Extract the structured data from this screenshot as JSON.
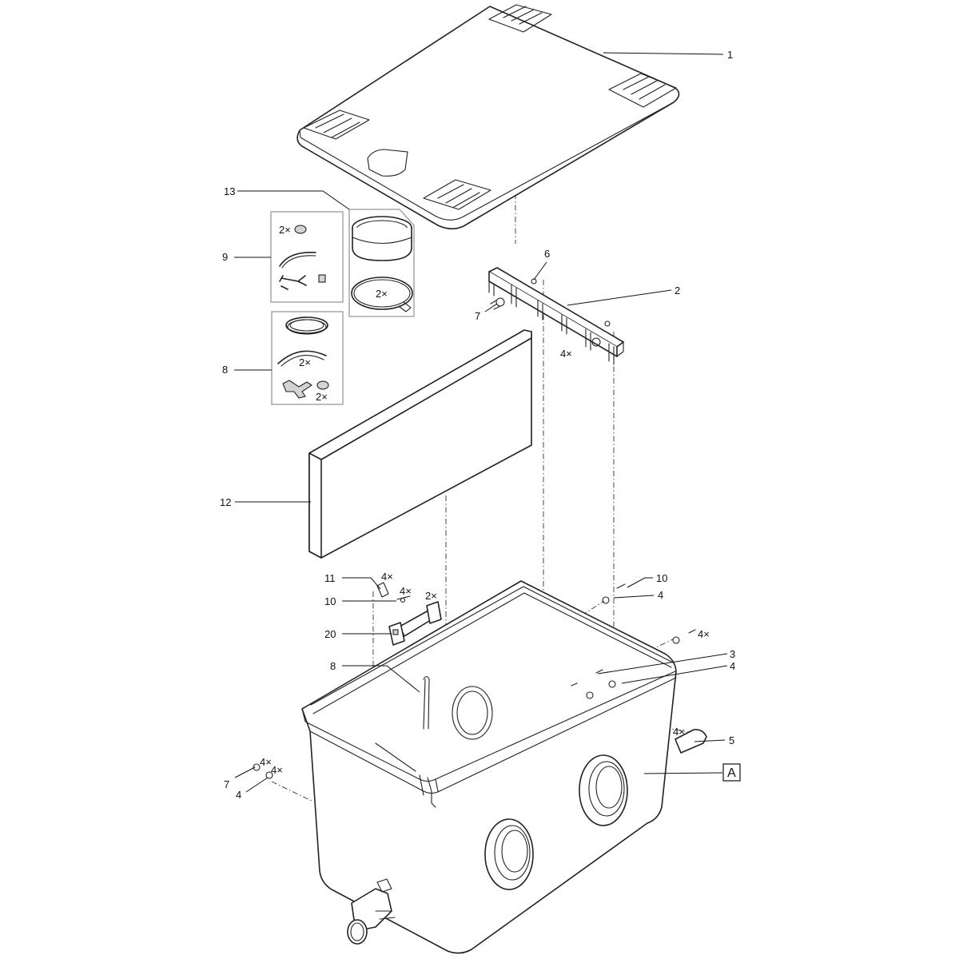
{
  "callouts": {
    "c1": "1",
    "c2": "2",
    "c3": "3",
    "c4a": "4",
    "c4b": "4",
    "c4c": "4",
    "c5": "5",
    "c6": "6",
    "c7a": "7",
    "c7b": "7",
    "c8a": "8",
    "c8b": "8",
    "c9": "9",
    "c10a": "10",
    "c10b": "10",
    "c11": "11",
    "c12": "12",
    "c13": "13",
    "c20": "20",
    "ref_a": "A"
  },
  "quantities": {
    "q_clamps_9": "2×",
    "q_clamps_13": "2×",
    "q_hose_8": "2×",
    "q_clamps_8": "2×",
    "q_caps_2": "4×",
    "q_11": "4×",
    "q_10_left": "4×",
    "q_20": "2×",
    "q_screws_right": "4×",
    "q_handle": "4×",
    "q_bl_1": "4×",
    "q_bl_2": "4×"
  }
}
